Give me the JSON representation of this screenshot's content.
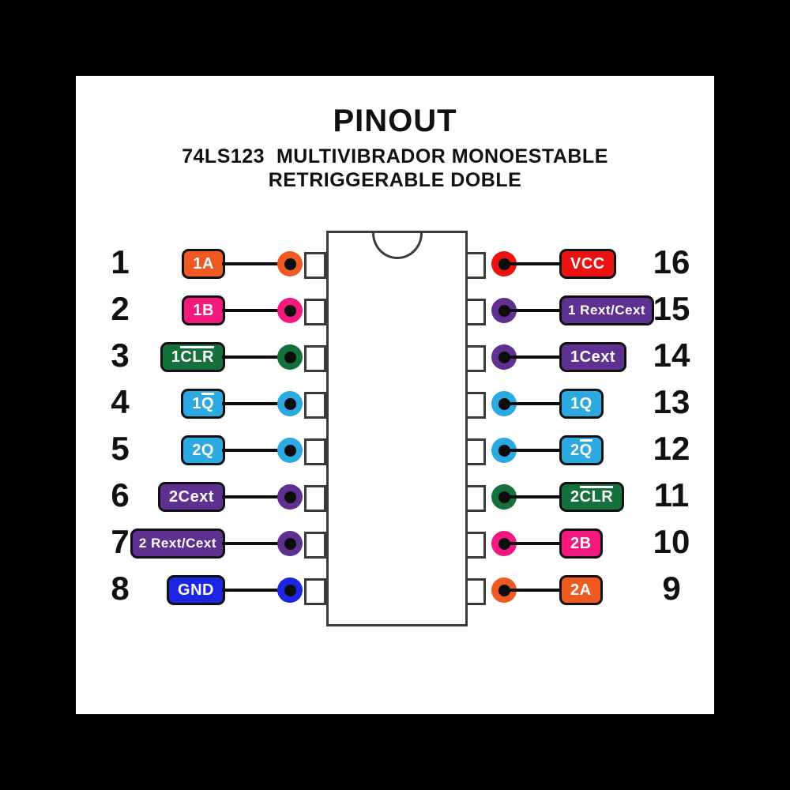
{
  "header": {
    "title": "PINOUT",
    "subtitle_line1": "74LS123  MULTIVIBRADOR MONOESTABLE",
    "subtitle_line2": "RETRIGGERABLE DOBLE"
  },
  "colors": {
    "background": "#000000",
    "panel": "#FFFFFF",
    "text": "#111111",
    "wire": "#0D0D0D",
    "ic_outline": "#3A3A3A",
    "orange": "#EE5A22",
    "pink": "#F2187E",
    "green": "#14713B",
    "lightblue": "#2CA9E1",
    "purple": "#5E3090",
    "blue": "#1B25E3",
    "red": "#EC1212"
  },
  "pins": {
    "left": [
      {
        "number": "1",
        "label_plain": "1A",
        "label_over": "",
        "color": "#EE5A22"
      },
      {
        "number": "2",
        "label_plain": "1B",
        "label_over": "",
        "color": "#F2187E"
      },
      {
        "number": "3",
        "label_plain": "1",
        "label_over": "CLR",
        "color": "#14713B"
      },
      {
        "number": "4",
        "label_plain": "1",
        "label_over": "Q",
        "color": "#2CA9E1"
      },
      {
        "number": "5",
        "label_plain": "2Q",
        "label_over": "",
        "color": "#2CA9E1"
      },
      {
        "number": "6",
        "label_plain": "2Cext",
        "label_over": "",
        "color": "#5E3090"
      },
      {
        "number": "7",
        "label_plain": "2 Rext/Cext",
        "label_over": "",
        "color": "#5E3090"
      },
      {
        "number": "8",
        "label_plain": "GND",
        "label_over": "",
        "color": "#1B25E3"
      }
    ],
    "right": [
      {
        "number": "16",
        "label_plain": "VCC",
        "label_over": "",
        "color": "#EC1212"
      },
      {
        "number": "15",
        "label_plain": "1 Rext/Cext",
        "label_over": "",
        "color": "#5E3090"
      },
      {
        "number": "14",
        "label_plain": "1Cext",
        "label_over": "",
        "color": "#5E3090"
      },
      {
        "number": "13",
        "label_plain": "1Q",
        "label_over": "",
        "color": "#2CA9E1"
      },
      {
        "number": "12",
        "label_plain": "2",
        "label_over": "Q",
        "color": "#2CA9E1"
      },
      {
        "number": "11",
        "label_plain": "2",
        "label_over": "CLR",
        "color": "#14713B"
      },
      {
        "number": "10",
        "label_plain": "2B",
        "label_over": "",
        "color": "#F2187E"
      },
      {
        "number": "9",
        "label_plain": "2A",
        "label_over": "",
        "color": "#EE5A22"
      }
    ]
  }
}
